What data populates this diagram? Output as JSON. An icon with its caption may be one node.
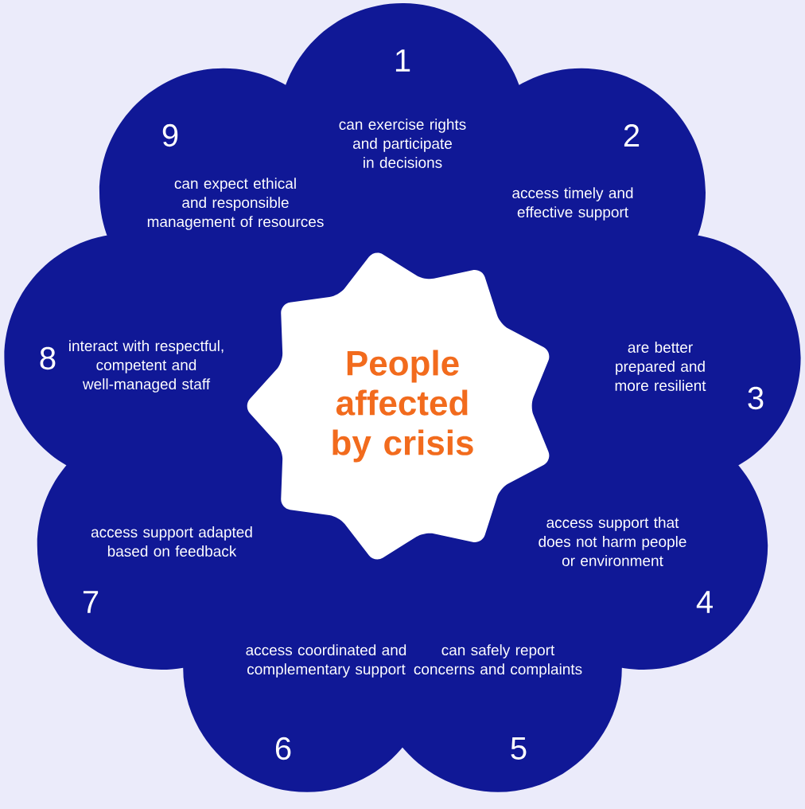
{
  "diagram": {
    "nodes": [
      {
        "text": [
          "People affected by crisis"
        ]
      },
      {
        "text": [
          "1",
          "can exercise rights and participate in decisions"
        ]
      },
      {
        "text": [
          "2",
          "access timely and effective support"
        ]
      },
      {
        "text": [
          "3",
          "are better prepared and more resilient"
        ]
      },
      {
        "text": [
          "access support that does not harm people or environment",
          "4"
        ]
      },
      {
        "text": [
          "can safely report concerns and complaints",
          "5"
        ]
      },
      {
        "text": [
          "access coordinated and complementary support",
          "6"
        ]
      },
      {
        "text": [
          "access support adapted based on feedback",
          "7"
        ]
      },
      {
        "text": [
          "8",
          "interact with respectful, competent and well-managed staff"
        ]
      },
      {
        "text": [
          "9",
          "can expect ethical and responsible management of resources"
        ]
      }
    ]
  }
}
